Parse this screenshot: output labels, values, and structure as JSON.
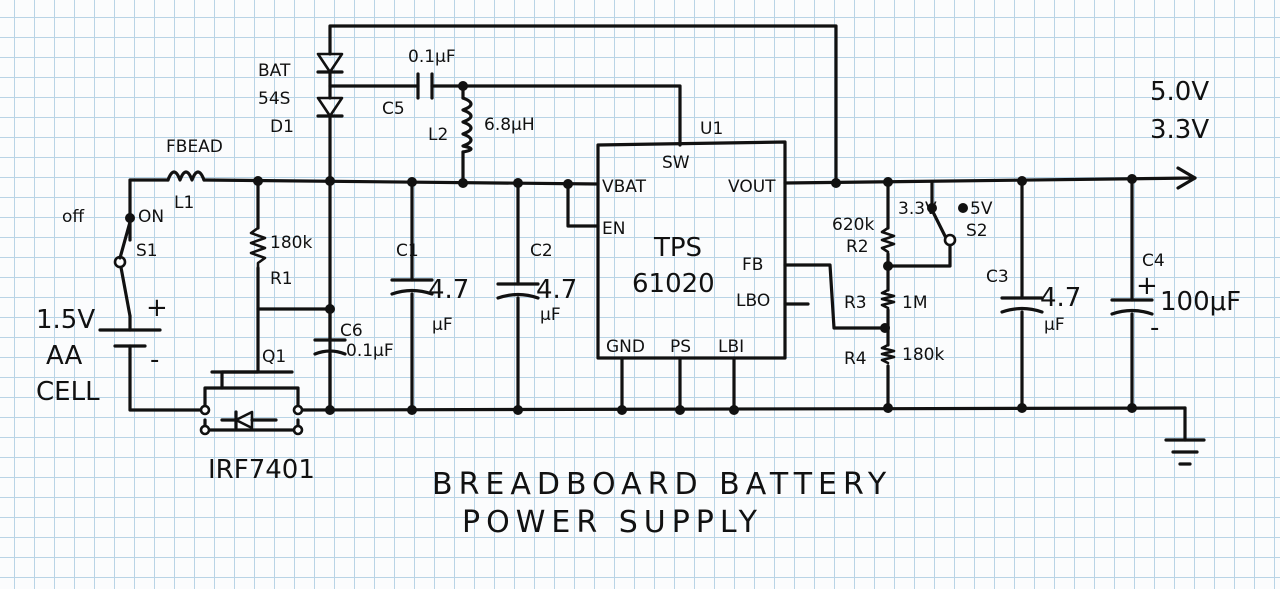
{
  "title_lines": [
    "BREADBOARD BATTERY",
    "POWER SUPPLY"
  ],
  "output_voltages": [
    "5.0V",
    "3.3V"
  ],
  "battery": {
    "voltage": "1.5V",
    "type_line1": "AA",
    "type_line2": "CELL",
    "plus": "+",
    "minus": "-"
  },
  "switch_s1": {
    "name": "S1",
    "off_label": "off",
    "on_label": "ON"
  },
  "ferrite": {
    "value": "FBEAD",
    "ref": "L1"
  },
  "diode": {
    "value_line1": "BAT",
    "value_line2": "54S",
    "ref": "D1"
  },
  "c5": {
    "value": "0.1μF",
    "ref": "C5"
  },
  "l2": {
    "ref": "L2",
    "value": "6.8μH"
  },
  "ic": {
    "ref": "U1",
    "name_line1": "TPS",
    "name_line2": "61020",
    "pins": {
      "sw": "SW",
      "vbat": "VBAT",
      "en": "EN",
      "vout": "VOUT",
      "fb": "FB",
      "lbo": "LBO",
      "gnd": "GND",
      "ps": "PS",
      "lbi": "LBI"
    }
  },
  "r1": {
    "value": "180k",
    "ref": "R1"
  },
  "q1": {
    "ref": "Q1",
    "part": "IRF7401"
  },
  "c6": {
    "ref": "C6",
    "value": "0.1μF"
  },
  "c1": {
    "ref": "C1",
    "value_line1": "4.7",
    "value_line2": "μF"
  },
  "c2": {
    "ref": "C2",
    "value_line1": "4.7",
    "value_line2": "μF"
  },
  "r2": {
    "value": "620k",
    "ref": "R2"
  },
  "r3": {
    "ref": "R3",
    "value": "1M"
  },
  "r4": {
    "ref": "R4",
    "value": "180k"
  },
  "switch_s2": {
    "name": "S2",
    "label_a": "3.3V",
    "label_b": "5V"
  },
  "c3": {
    "ref": "C3",
    "value_line1": "4.7",
    "value_line2": "μF"
  },
  "c4": {
    "ref": "C4",
    "value": "100μF",
    "plus": "+",
    "minus": "-"
  }
}
